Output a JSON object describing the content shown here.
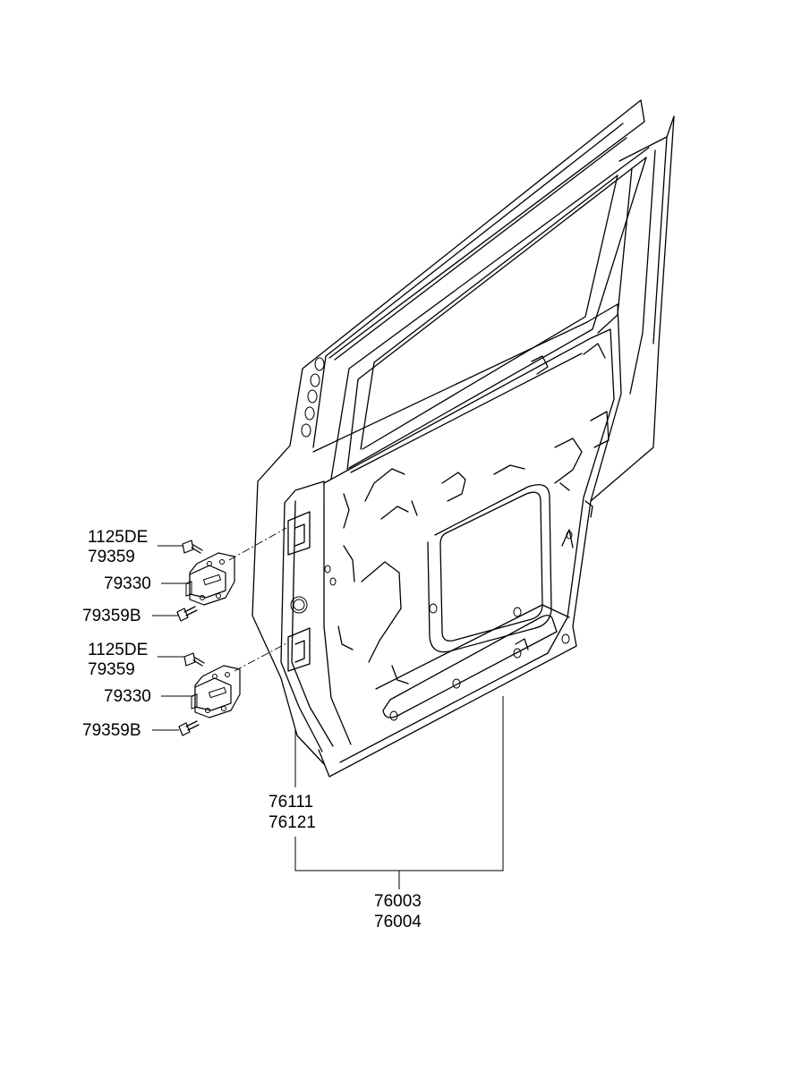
{
  "labels": {
    "hinge_upper": {
      "bolt_top_a": "1125DE",
      "bolt_top_b": "79359",
      "hinge": "79330",
      "bolt_bottom": "79359B"
    },
    "hinge_lower": {
      "bolt_top_a": "1125DE",
      "bolt_top_b": "79359",
      "hinge": "79330",
      "bolt_bottom": "79359B"
    },
    "door_panel_a": "76111",
    "door_panel_b": "76121",
    "door_assembly_a": "76003",
    "door_assembly_b": "76004"
  }
}
